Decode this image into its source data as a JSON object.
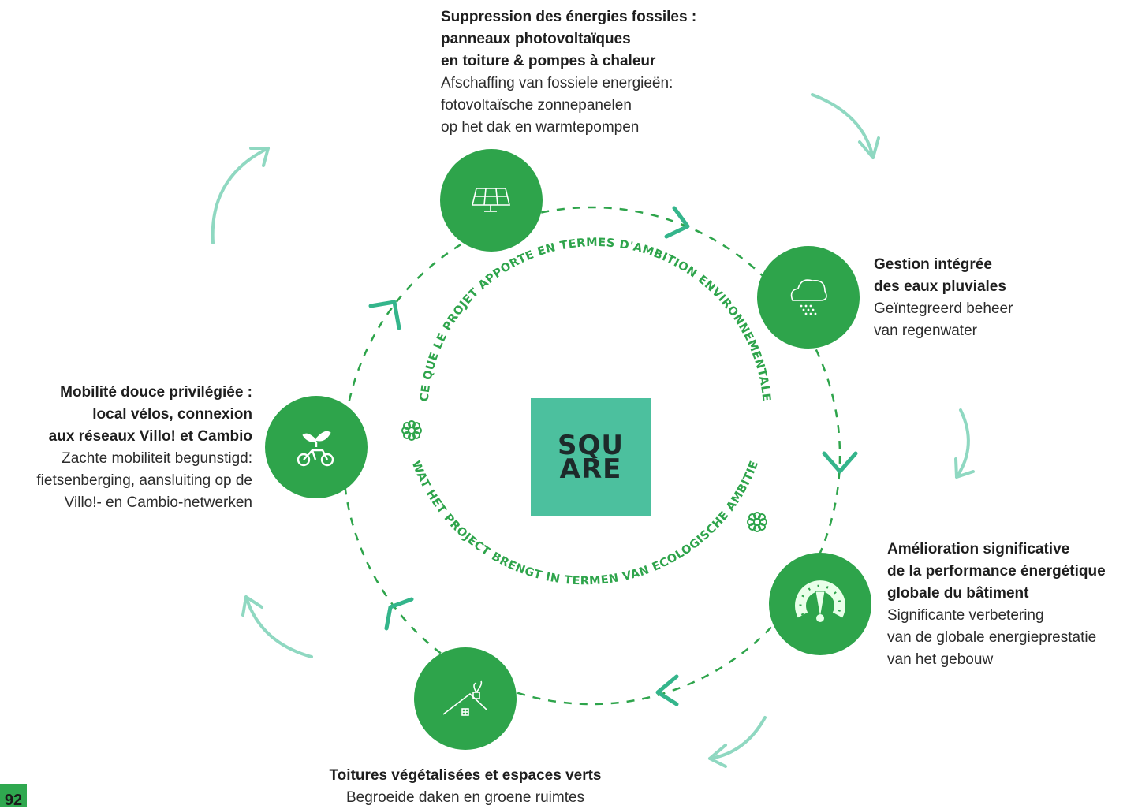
{
  "logo": {
    "line1": "SQU",
    "line2": "ARE"
  },
  "ring_text": {
    "top": "CE QUE LE PROJET APPORTE EN TERMES D'AMBITION ENVIRONNEMENTALE",
    "bottom": "WAT HET PROJECT BRENGT IN TERMEN VAN ECOLOGISCHE AMBITIE"
  },
  "items": [
    {
      "id": "solar",
      "icon": "solar-panel-icon",
      "fr": [
        "Suppression des énergies fossiles :",
        "panneaux photovoltaïques",
        "en toiture & pompes à chaleur"
      ],
      "nl": [
        "Afschaffing van fossiele energieën:",
        "fotovoltaïsche zonnepanelen",
        "op het dak en warmtepompen"
      ]
    },
    {
      "id": "rain",
      "icon": "rain-cloud-icon",
      "fr": [
        "Gestion intégrée",
        "des eaux pluviales"
      ],
      "nl": [
        "Geïntegreerd beheer",
        "van regenwater"
      ]
    },
    {
      "id": "energy",
      "icon": "gauge-icon",
      "fr": [
        "Amélioration significative",
        "de la performance énergétique",
        "globale du bâtiment"
      ],
      "nl": [
        "Significante verbetering",
        "van de globale energieprestatie",
        "van het gebouw"
      ]
    },
    {
      "id": "roof",
      "icon": "green-roof-icon",
      "fr": [
        "Toitures végétalisées et espaces verts"
      ],
      "nl": [
        "Begroeide daken en groene ruimtes"
      ]
    },
    {
      "id": "mobility",
      "icon": "bicycle-icon",
      "fr": [
        "Mobilité douce privilégiée :",
        "local vélos, connexion",
        "aux réseaux Villo! et Cambio"
      ],
      "nl": [
        "Zachte mobiliteit begunstigd:",
        "fietsenberging, aansluiting op de",
        "Villo!- en Cambio-netwerken"
      ]
    }
  ],
  "page_number": "92",
  "colors": {
    "primary_green": "#2ea44b",
    "mint": "#4cc09e",
    "arrow_mint": "#8fd8c1"
  }
}
